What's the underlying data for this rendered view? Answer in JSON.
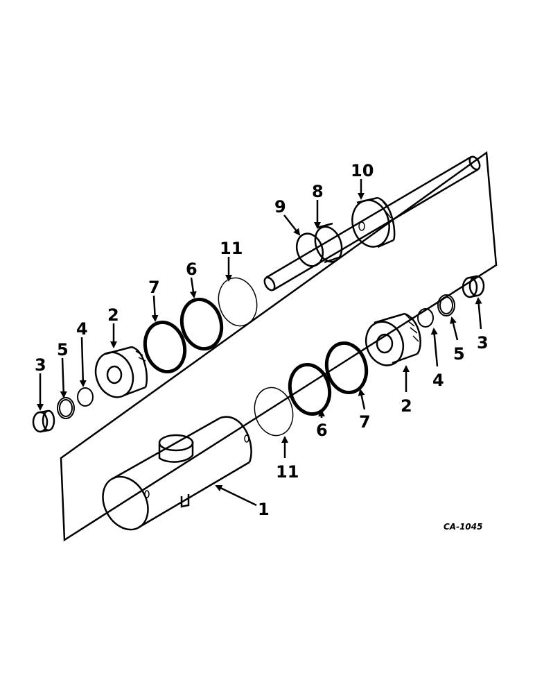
{
  "diagram": {
    "code": "CA-1045",
    "labels": {
      "l1": "1",
      "l2_left": "2",
      "l2_right": "2",
      "l3_left": "3",
      "l3_right": "3",
      "l4_left": "4",
      "l4_right": "4",
      "l5_left": "5",
      "l5_right": "5",
      "l6_left": "6",
      "l6_right": "6",
      "l7_left": "7",
      "l7_right": "7",
      "l8": "8",
      "l9": "9",
      "l10": "10",
      "l11_left": "11",
      "l11_right": "11"
    }
  }
}
